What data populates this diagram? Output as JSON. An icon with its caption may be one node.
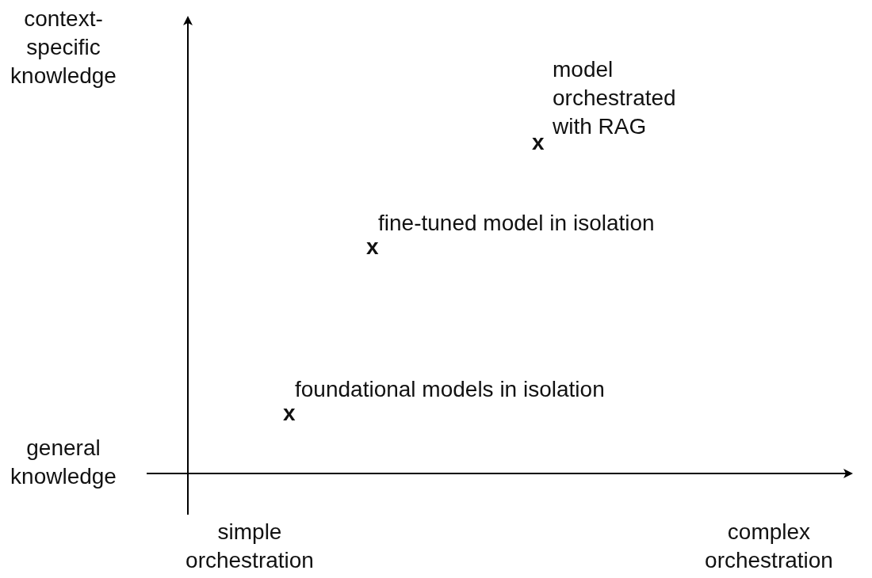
{
  "diagram": {
    "labels": [
      "context-specific knowledge",
      "model orchestrated with RAG",
      "x",
      "fine-tuned model in isolation",
      "x",
      "foundational models in isolation",
      "x",
      "general knowledge",
      "simple orchestration",
      "complex orchestration"
    ]
  }
}
